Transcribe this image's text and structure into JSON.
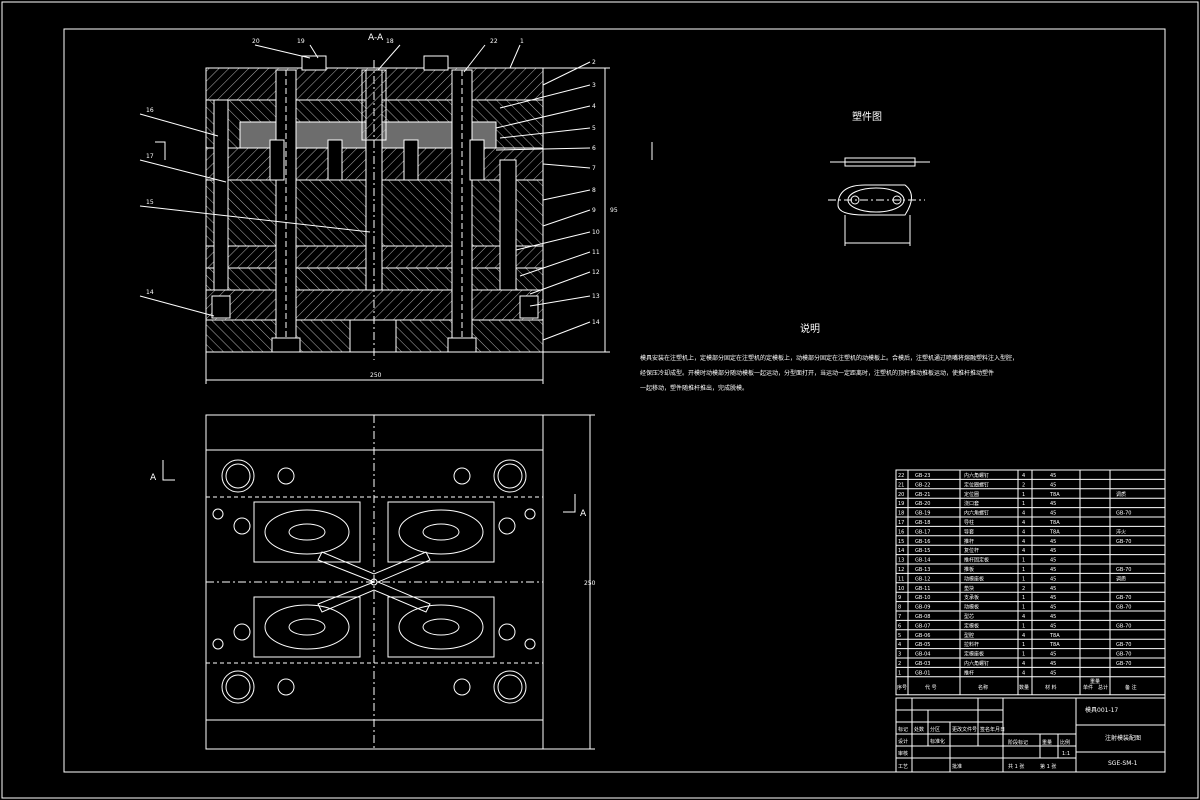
{
  "colors": {
    "background": "#000000",
    "line": "#ffffff",
    "hatch": "#bfbfbf",
    "accent_green": "#00ff00",
    "accent_yellow": "#ffff00"
  },
  "section_label": "A-A",
  "section_marker_left": "A",
  "section_marker_right": "A",
  "part_view_title": "塑件图",
  "notes_title": "说明",
  "notes_text": [
    "模具安装在注塑机上，定模部分固定在注塑机的定模板上，动模部分固定在注塑机的动模板上。合模后，注塑机通过喷嘴将熔融塑料注入型腔，",
    "经保压冷却成型。开模时动模部分随动模板一起运动，分型面打开，当运动一定距离时，注塑机的顶杆推动推板运动，使推杆推动塑件",
    "一起移动，塑件随推杆推出，完成脱模。"
  ],
  "balloons_top": [
    "20",
    "19",
    "18",
    "22",
    "1"
  ],
  "balloons_right": [
    "2",
    "3",
    "4",
    "5",
    "6",
    "7",
    "8",
    "9",
    "10",
    "11",
    "12",
    "13",
    "14"
  ],
  "balloons_left": [
    "16",
    "17",
    "15",
    "14"
  ],
  "dims": {
    "top_width": "250",
    "top_height": "95",
    "plan_height": "250"
  },
  "bom": {
    "headers": [
      "序号",
      "代 号",
      "名称",
      "数量",
      "材 料",
      "单件",
      "总计",
      "备 注"
    ],
    "weight_header": "重量",
    "rows": [
      [
        "22",
        "GB-23",
        "内六角螺钉",
        "4",
        "45",
        ""
      ],
      [
        "21",
        "GB-22",
        "定位圈螺钉",
        "2",
        "45",
        ""
      ],
      [
        "20",
        "GB-21",
        "定位圈",
        "1",
        "T8A",
        "调质"
      ],
      [
        "19",
        "GB-20",
        "浇口套",
        "1",
        "45",
        ""
      ],
      [
        "18",
        "GB-19",
        "内六角螺钉",
        "4",
        "45",
        "GB-70"
      ],
      [
        "17",
        "GB-18",
        "导柱",
        "4",
        "T8A",
        ""
      ],
      [
        "16",
        "GB-17",
        "导套",
        "4",
        "T8A",
        "淬火"
      ],
      [
        "15",
        "GB-16",
        "推杆",
        "4",
        "45",
        "GB-70"
      ],
      [
        "14",
        "GB-15",
        "复位杆",
        "4",
        "45",
        ""
      ],
      [
        "13",
        "GB-14",
        "推杆固定板",
        "1",
        "45",
        ""
      ],
      [
        "12",
        "GB-13",
        "推板",
        "1",
        "45",
        "GB-70"
      ],
      [
        "11",
        "GB-12",
        "动模座板",
        "1",
        "45",
        "调质"
      ],
      [
        "10",
        "GB-11",
        "垫块",
        "2",
        "45",
        ""
      ],
      [
        "9",
        "GB-10",
        "支承板",
        "1",
        "45",
        "GB-70"
      ],
      [
        "8",
        "GB-09",
        "动模板",
        "1",
        "45",
        "GB-70"
      ],
      [
        "7",
        "GB-08",
        "型芯",
        "4",
        "45",
        ""
      ],
      [
        "6",
        "GB-07",
        "定模板",
        "1",
        "45",
        "GB-70"
      ],
      [
        "5",
        "GB-06",
        "型腔",
        "4",
        "T8A",
        ""
      ],
      [
        "4",
        "GB-05",
        "拉料杆",
        "1",
        "T8A",
        "GB-70"
      ],
      [
        "3",
        "GB-04",
        "定模座板",
        "1",
        "45",
        "GB-70"
      ],
      [
        "2",
        "GB-03",
        "内六角螺钉",
        "4",
        "45",
        "GB-70"
      ],
      [
        "1",
        "GB-01",
        "推杆",
        "4",
        "45",
        ""
      ]
    ]
  },
  "title_block": {
    "drawing_no": "模具001-17",
    "title": "注射模装配图",
    "scale_label": "比例",
    "scale": "1:1",
    "stage_label": "阶段标记",
    "weight_label": "重量",
    "row_labels": [
      "标记",
      "处数",
      "分区",
      "更改文件号",
      "签名",
      "年月日"
    ],
    "designer_label": "设计",
    "standard_label": "标准化",
    "check_label": "审核",
    "process_label": "工艺",
    "approve_label": "批准",
    "sheet_label": "共 1 张",
    "sheet_no": "第 1 张",
    "code": "SGE-SM-1"
  }
}
